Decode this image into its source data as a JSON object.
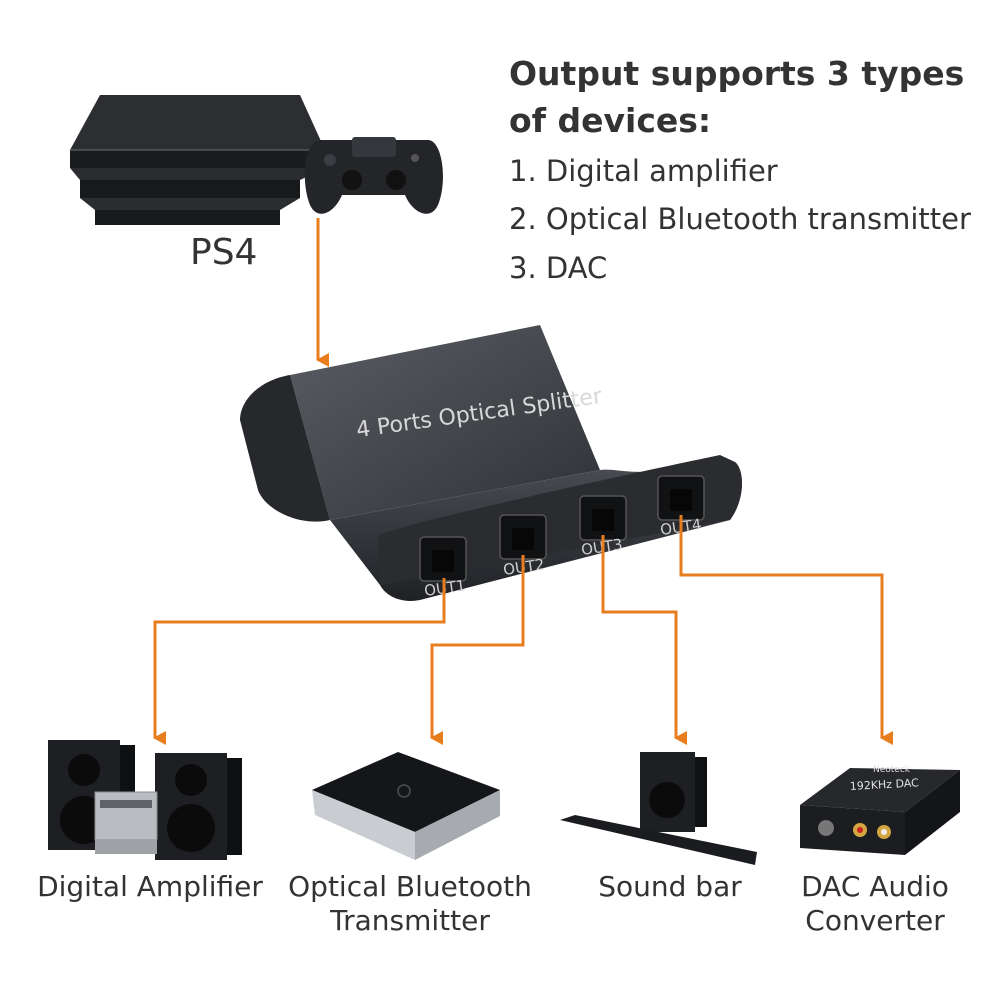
{
  "heading": {
    "line1": "Output supports 3 types",
    "line2": "of devices:"
  },
  "supported_types": [
    "1. Digital amplifier",
    "2. Optical Bluetooth transmitter",
    "3. DAC"
  ],
  "source": {
    "label": "PS4"
  },
  "splitter": {
    "label": "4 Ports Optical Splitter",
    "ports": [
      "OUT1",
      "OUT2",
      "OUT3",
      "OUT4"
    ]
  },
  "devices": [
    {
      "line1": "Digital Amplifier",
      "line2": ""
    },
    {
      "line1": "Optical Bluetooth",
      "line2": "Transmitter"
    },
    {
      "line1": "Sound bar",
      "line2": ""
    },
    {
      "line1": "DAC Audio",
      "line2": "Converter"
    }
  ],
  "dac_brand": "Neoteck",
  "dac_model": "192KHz DAC",
  "colors": {
    "connector": "#e87d1e",
    "device": "#2b2d31",
    "text": "#333333"
  }
}
